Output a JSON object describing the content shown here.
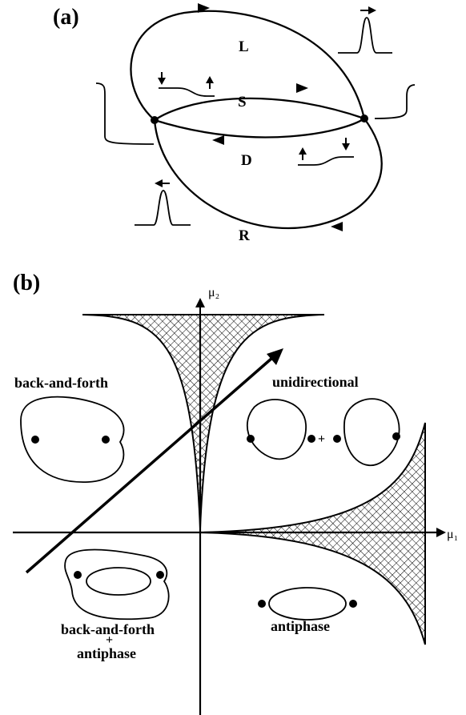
{
  "panel_a": {
    "label": "(a)",
    "orbit_labels": {
      "L": "L",
      "S": "S",
      "D": "D",
      "R": "R"
    }
  },
  "panel_b": {
    "label": "(b)",
    "axes": {
      "x": "μ₁",
      "y": "μ₂"
    },
    "regions": {
      "back_and_forth": "back-and-forth",
      "unidirectional": "unidirectional",
      "plus": "+",
      "combined_line1": "back-and-forth",
      "combined_plus": "+",
      "combined_line2": "antiphase",
      "antiphase": "antiphase"
    }
  },
  "colors": {
    "ink": "#000000",
    "background": "#ffffff"
  }
}
